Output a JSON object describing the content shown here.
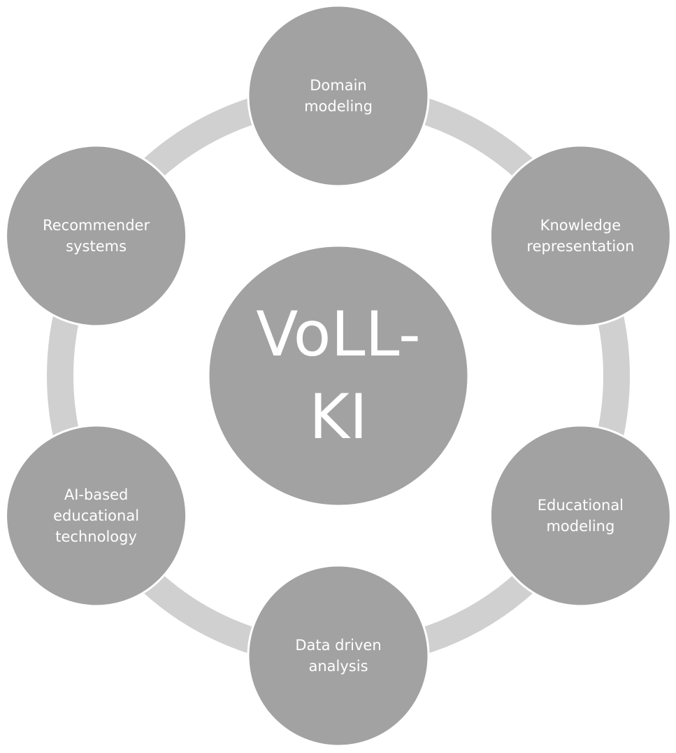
{
  "diagram": {
    "center": {
      "lines": [
        "VoLL-",
        "KI"
      ]
    },
    "nodes": [
      {
        "id": "domain-modeling",
        "lines": [
          "Domain",
          "modeling"
        ]
      },
      {
        "id": "knowledge-representation",
        "lines": [
          "Knowledge",
          "representation"
        ]
      },
      {
        "id": "educational-modeling",
        "lines": [
          "Educational",
          "modeling"
        ]
      },
      {
        "id": "data-driven-analysis",
        "lines": [
          "Data driven",
          "analysis"
        ]
      },
      {
        "id": "ai-based-educational-technology",
        "lines": [
          "AI-based",
          "educational",
          "technology"
        ]
      },
      {
        "id": "recommender-systems",
        "lines": [
          "Recommender",
          "systems"
        ]
      }
    ],
    "colors": {
      "node_fill": "#a2a2a2",
      "ring": "#d0d0d0",
      "text": "#ffffff",
      "background": "#ffffff"
    }
  }
}
